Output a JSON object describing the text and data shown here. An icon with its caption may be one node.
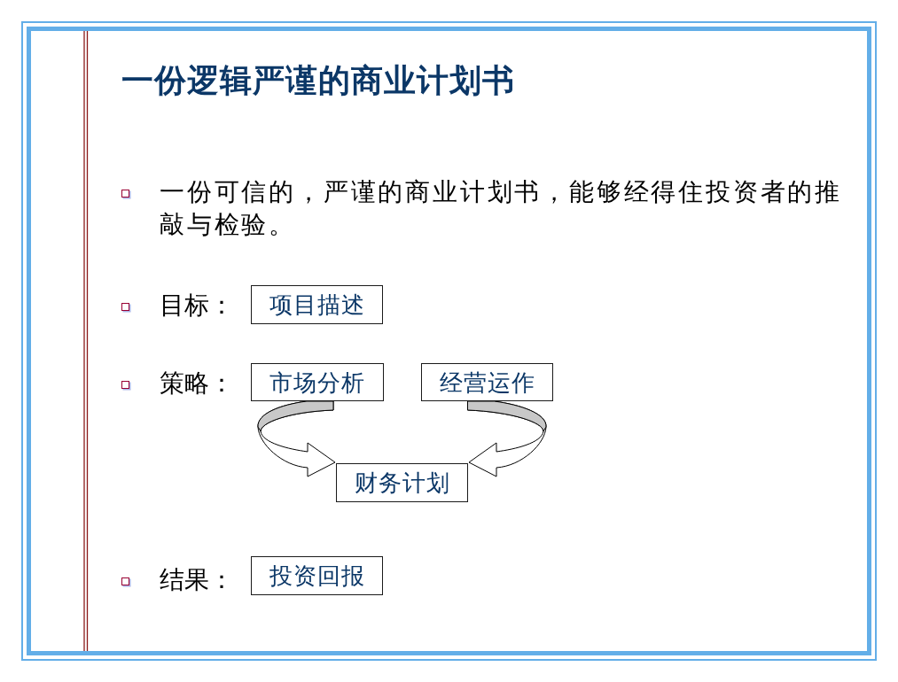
{
  "diagram": {
    "title": "一份逻辑严谨的商业计划书",
    "nodes": [
      {
        "text": [
          "项目描述"
        ]
      },
      {
        "text": [
          "市场分析"
        ]
      },
      {
        "text": [
          "经营运作"
        ]
      },
      {
        "text": [
          "财务计划"
        ]
      },
      {
        "text": [
          "投资回报"
        ]
      }
    ],
    "edges": [
      {
        "from": 1,
        "to": 3,
        "arrow": "to"
      },
      {
        "from": 2,
        "to": 3,
        "arrow": "to"
      }
    ],
    "labels": [
      "一份可信的，严谨的商业计划书，能够经得住投资者的推敲与检验。",
      "目标：",
      "策略：",
      "结果："
    ]
  }
}
